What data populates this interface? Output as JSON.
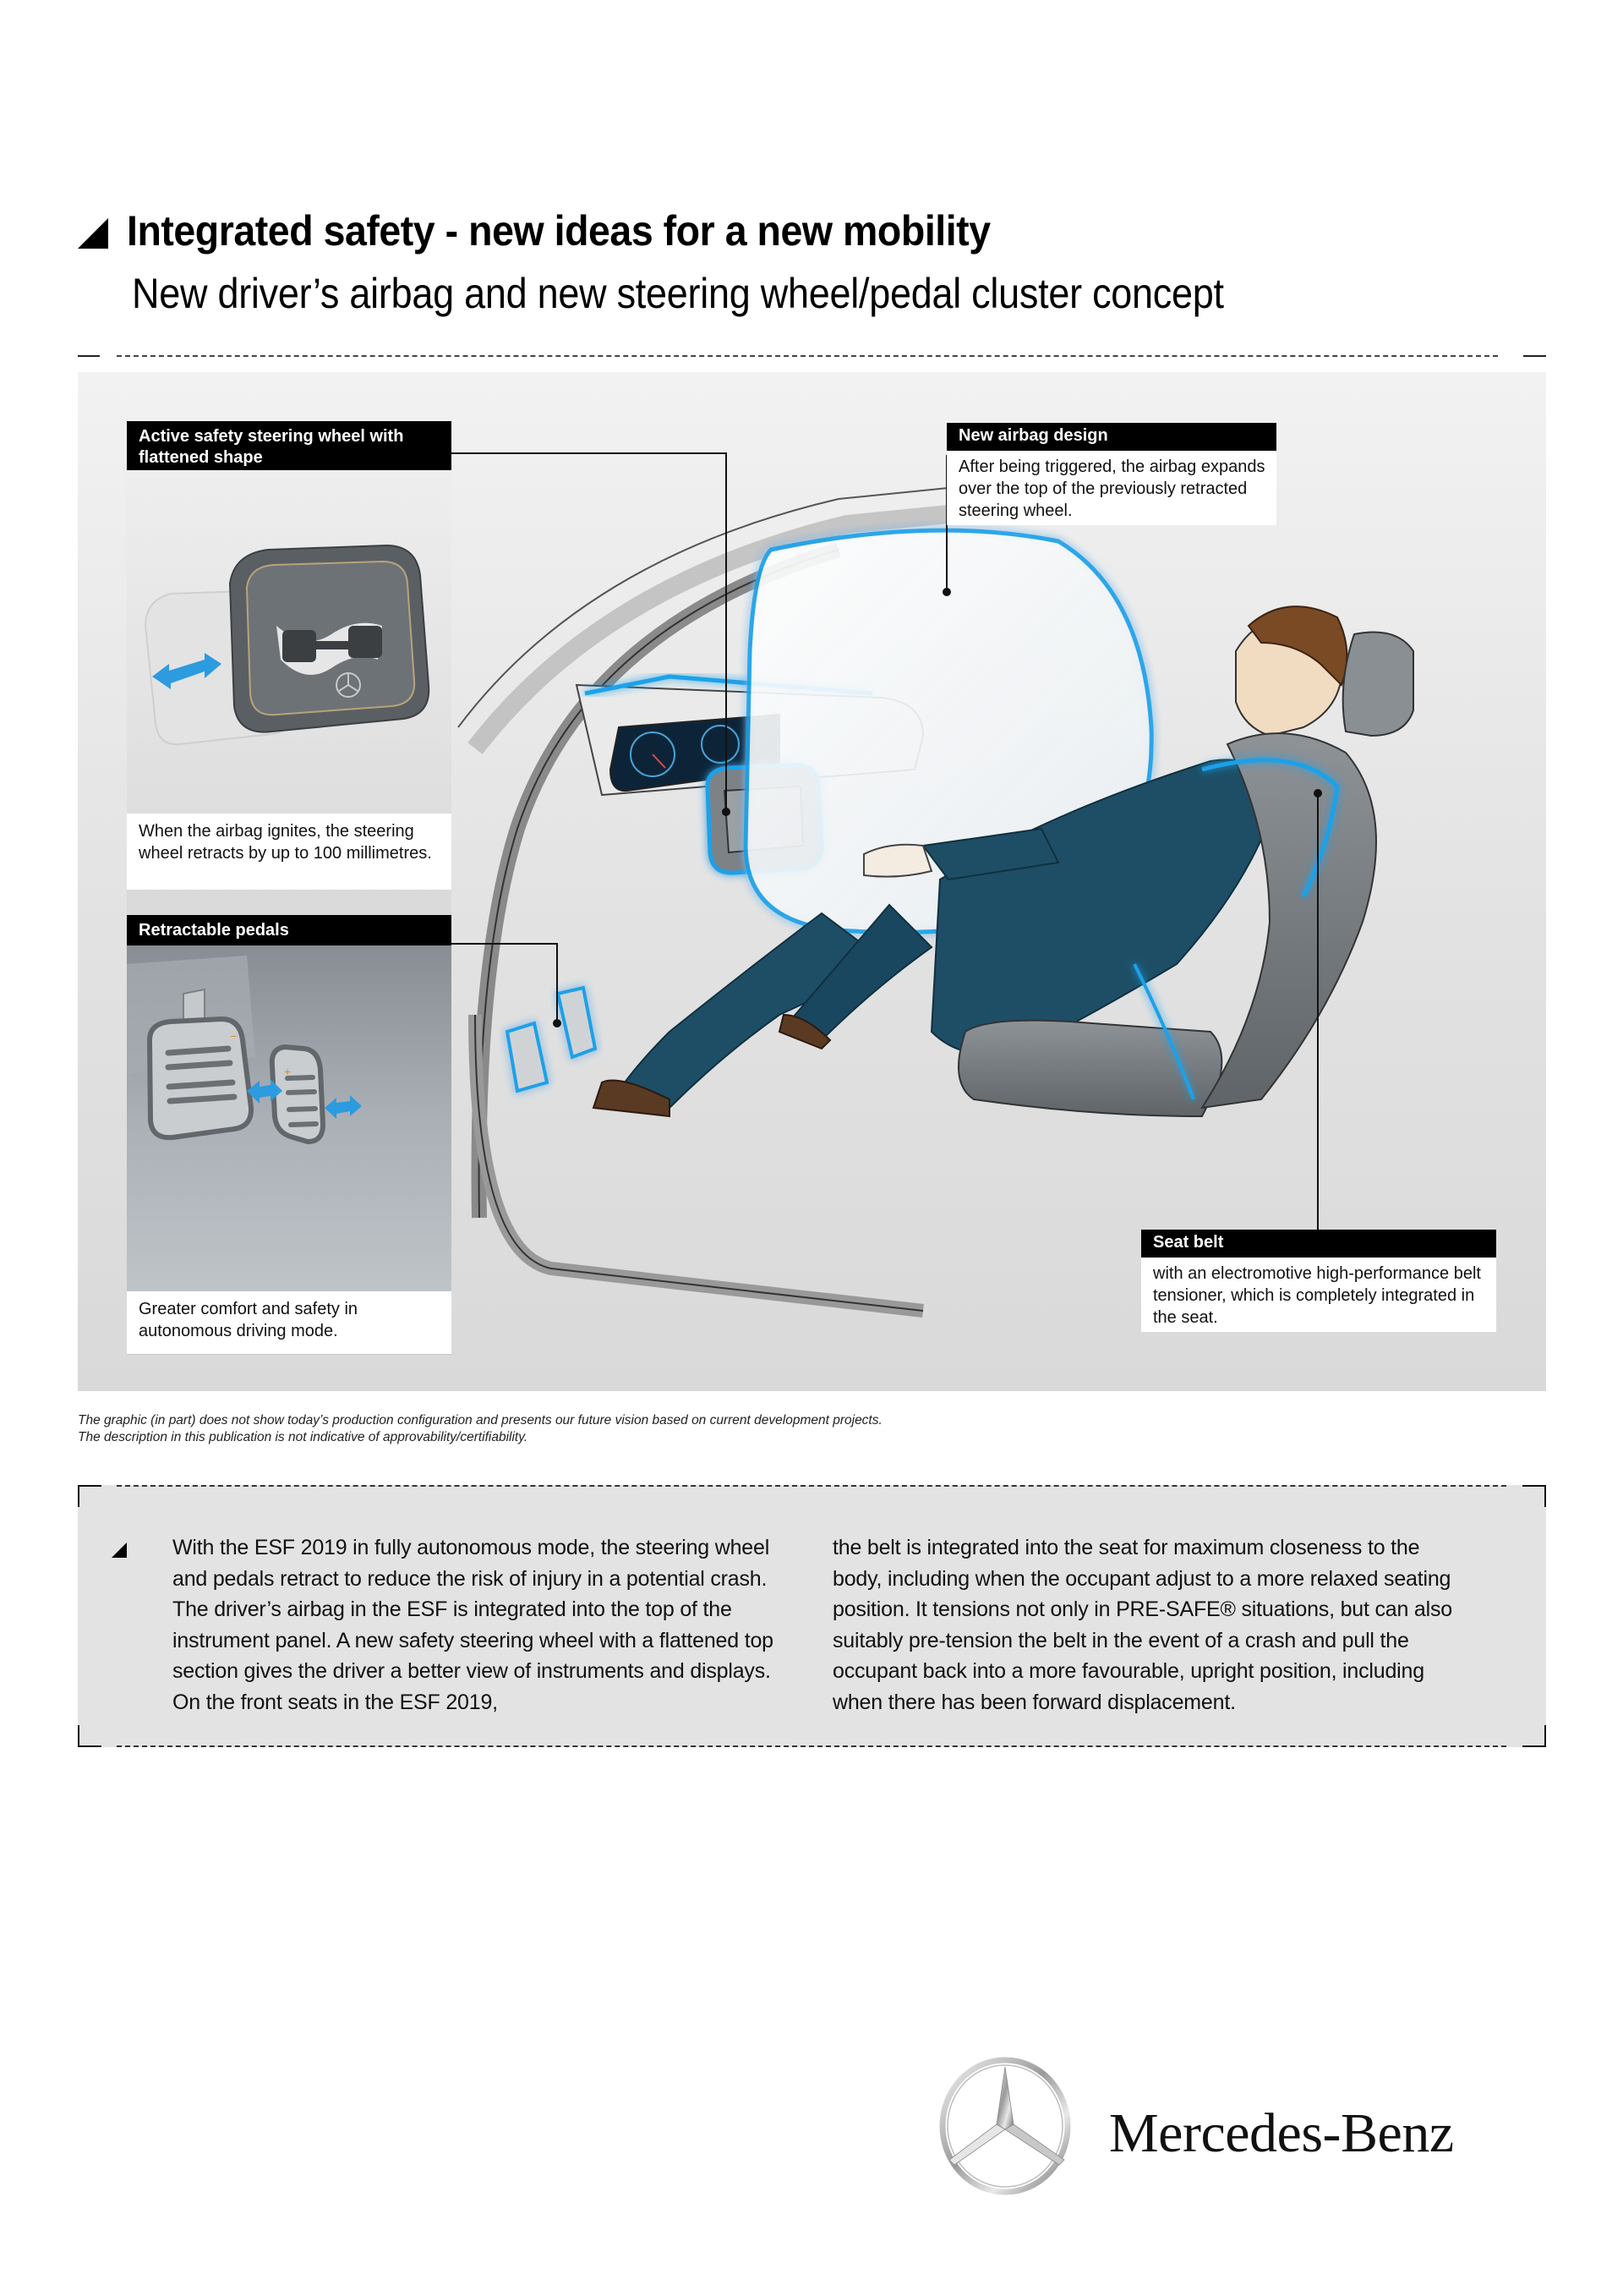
{
  "header": {
    "title": "Integrated safety - new ideas for a new mobility",
    "subtitle": "New driver’s airbag and new steering wheel/pedal cluster concept",
    "bullet_icon": "triangle-bullet"
  },
  "illustration": {
    "description": "Cutaway illustration of ESF 2019 driver seat with retracted steering wheel, expanded airbag, retractable pedals and integrated seat belt",
    "accent_color": "#1ea1e8",
    "suit_color": "#1d4e66",
    "callouts": {
      "steering_wheel": {
        "heading": "Active safety steering wheel with flattened shape",
        "body": "When the airbag ignites, the steering wheel retracts by up to 100 millimetres."
      },
      "pedals": {
        "heading": "Retractable pedals",
        "body": "Greater comfort and safety in autonomous driving mode.",
        "pedal_minus": "−",
        "pedal_plus": "+"
      },
      "airbag": {
        "heading": "New airbag design",
        "body": "After being triggered, the airbag expands over the top of the previously retracted steering wheel."
      },
      "seat_belt": {
        "heading": "Seat belt",
        "body": "with an electromotive high-performance belt tensioner, which is completely integrated in the seat."
      }
    }
  },
  "disclaimer": {
    "line1": "The graphic (in part) does not show today’s production configuration and presents our future vision based on current development projects.",
    "line2": "The description in this publication is not indicative of approvability/certifiability."
  },
  "body_text": {
    "column1": "With the ESF 2019 in fully autonomous mode, the steering wheel and pedals retract to reduce the risk of injury in a potential crash. The driver’s airbag in the ESF is integrated into the top of the instrument panel. A new safety steering wheel with a flattened top section gives the driver a better view of instruments and displays. On the front seats in the ESF 2019,",
    "column2": "the belt is integrated into the seat for maximum closeness to the body, including when the occupant adjust to a more relaxed seating position. It tensions not only in PRE-SAFE® situations, but can also suitably pre-tension the belt in the event of a crash and pull the occupant back into a more favourable, upright position, including when there has been forward displacement."
  },
  "brand": {
    "name": "Mercedes-Benz",
    "logo_icon": "three-pointed-star"
  }
}
